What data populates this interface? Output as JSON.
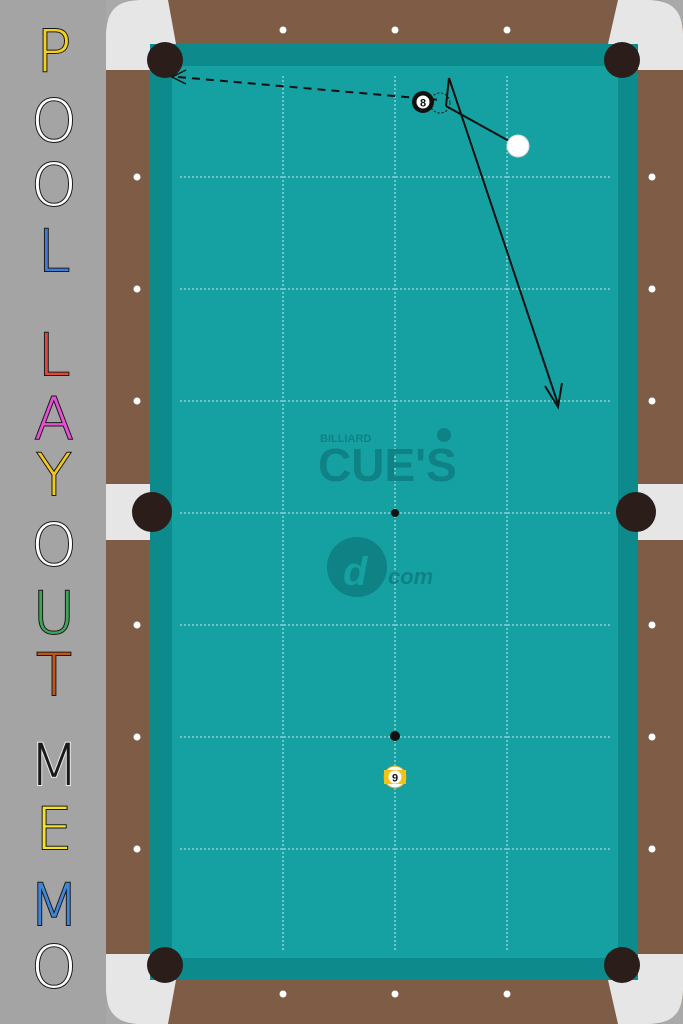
{
  "title": {
    "letters": [
      {
        "char": "P",
        "color": "#f4d21c"
      },
      {
        "char": "O",
        "color": "#ffffff"
      },
      {
        "char": "O",
        "color": "#ffffff"
      },
      {
        "char": "L",
        "color": "#3a7ed8"
      },
      {
        "char": "L",
        "color": "#e0483a"
      },
      {
        "char": "A",
        "color": "#e64fd6"
      },
      {
        "char": "Y",
        "color": "#f4c81c"
      },
      {
        "char": "O",
        "color": "#ffffff"
      },
      {
        "char": "U",
        "color": "#3fa35a"
      },
      {
        "char": "T",
        "color": "#c0561a"
      },
      {
        "char": "M",
        "color": "#1a1a1a"
      },
      {
        "char": "E",
        "color": "#f2e22c"
      },
      {
        "char": "M",
        "color": "#3f86d8"
      },
      {
        "char": "O",
        "color": "#ffffff"
      }
    ]
  },
  "colors": {
    "felt": "#15a0a2",
    "felt_dark": "#0d8a8c",
    "rail_wood": "#7e5c46",
    "corner_plastic": "#e0e0e0",
    "pocket": "#2a1d1a",
    "diamond": "#ffffff",
    "watermark": "#0f7f82"
  },
  "watermark": {
    "small": "BILLIARD",
    "big": "CUE'S",
    "logo_suffix": "com"
  },
  "balls": [
    {
      "label": "8",
      "kind": "eight"
    },
    {
      "label": "9",
      "kind": "nine"
    },
    {
      "label": "",
      "kind": "cue"
    }
  ],
  "shot": {
    "aim_line": "dashed",
    "cue_path": "solid",
    "target_pocket": "top-left"
  }
}
